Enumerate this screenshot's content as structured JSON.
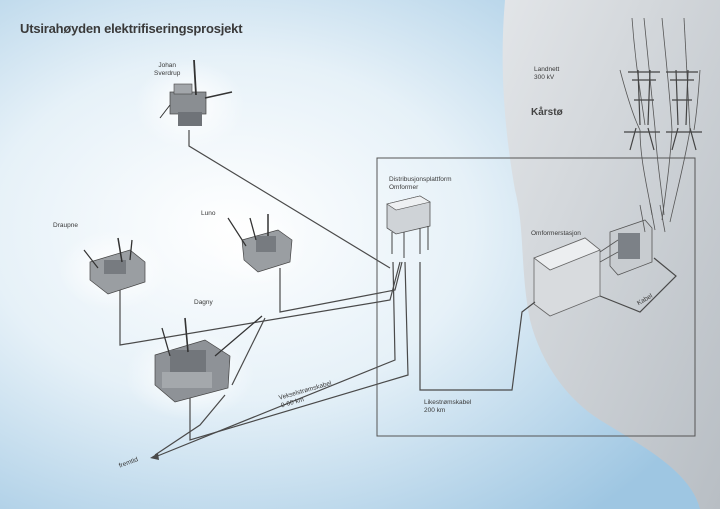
{
  "title": "Utsirahøyden elektrifiseringsprosjekt",
  "platforms": {
    "johan_sverdrup": "Johan\nSverdrup",
    "draupne": "Draupne",
    "luno": "Luno",
    "dagny": "Dagny",
    "distribution": "Distribusjonsplattform\nOmformer"
  },
  "land": {
    "landnett": "Landnett\n300 kV",
    "karsto": "Kårstø",
    "converter_station": "Omformerstasjon",
    "land_cable": "Kabel"
  },
  "cables": {
    "ac_cable": "Vekselstrømskabel\n0-60 km",
    "dc_cable": "Likestrømskabel\n200 km",
    "future": "fremtid"
  },
  "colors": {
    "sea_light": "#e3f0f8",
    "sea_mid": "#a7cde6",
    "land": "#c9ced3",
    "cable": "#4a4a4a",
    "box_stroke": "#555555"
  }
}
